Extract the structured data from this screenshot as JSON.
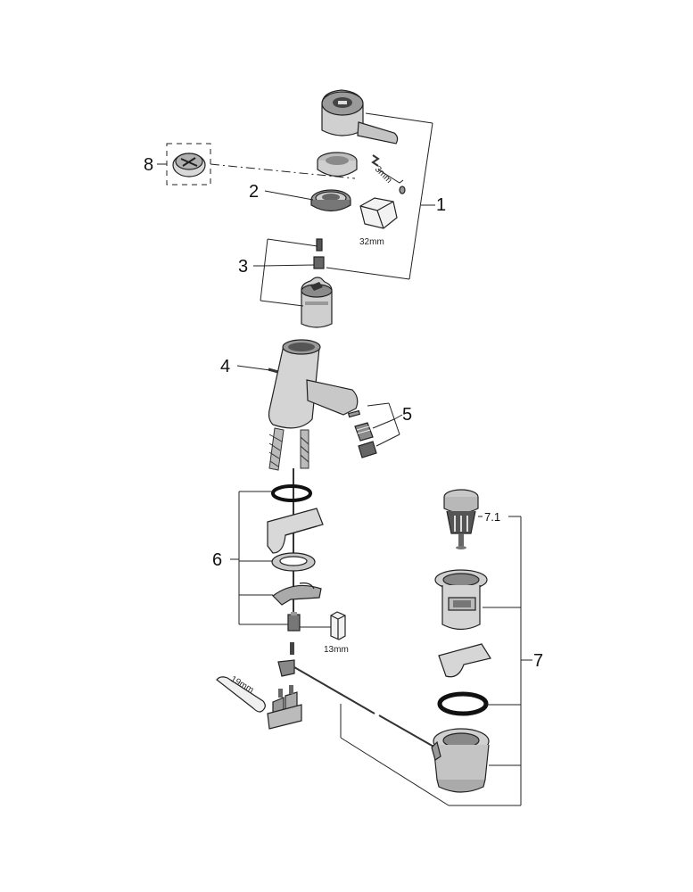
{
  "callouts": {
    "c1": "1",
    "c2": "2",
    "c3": "3",
    "c4": "4",
    "c5": "5",
    "c6": "6",
    "c7": "7",
    "c71": "7.1",
    "c8": "8"
  },
  "tool_labels": {
    "hex_key": "3mm",
    "wrench_large": "32mm",
    "wrench_small": "13mm",
    "spanner": "19mm"
  }
}
